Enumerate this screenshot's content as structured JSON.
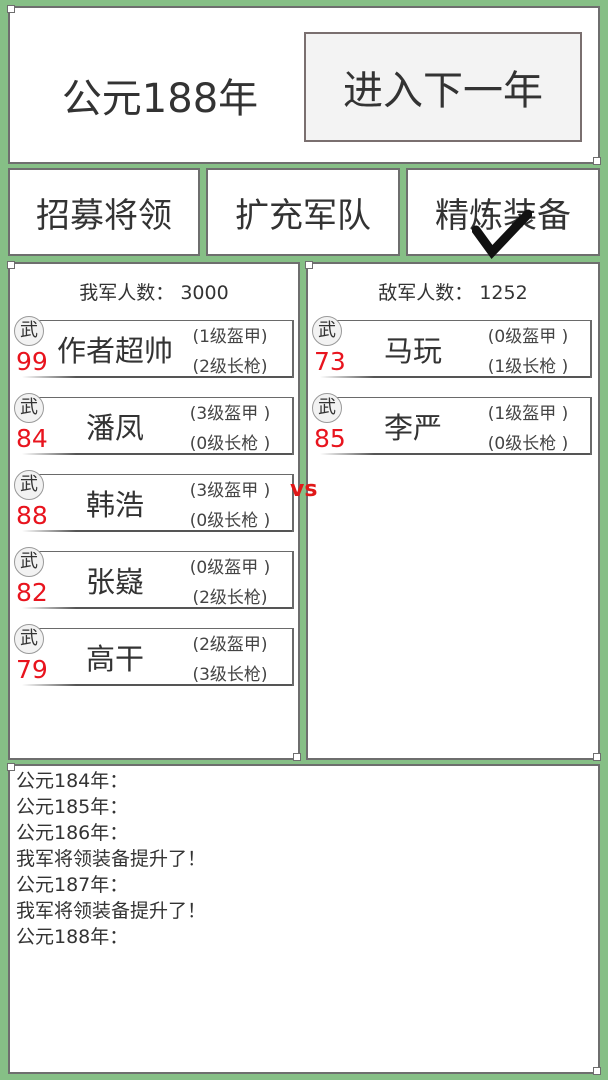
{
  "header": {
    "year_label": "公元188年",
    "next_year_button": "进入下一年"
  },
  "actions": {
    "recruit": "招募将领",
    "expand": "扩充军队",
    "refine": "精炼装备"
  },
  "cursor": {
    "icon": "checkmark-icon"
  },
  "vs_label": "vs",
  "my_army": {
    "count_label": "我军人数： 3000",
    "generals": [
      {
        "badge": "武",
        "force": "99",
        "name": "作者超帅",
        "armor": "(1级盔甲)",
        "spear": "(2级长枪)"
      },
      {
        "badge": "武",
        "force": "84",
        "name": "潘凤",
        "armor": "(3级盔甲 )",
        "spear": "(0级长枪 )"
      },
      {
        "badge": "武",
        "force": "88",
        "name": "韩浩",
        "armor": "(3级盔甲 )",
        "spear": "(0级长枪 )"
      },
      {
        "badge": "武",
        "force": "82",
        "name": "张嶷",
        "armor": "(0级盔甲 )",
        "spear": "(2级长枪)"
      },
      {
        "badge": "武",
        "force": "79",
        "name": "高干",
        "armor": "(2级盔甲)",
        "spear": "(3级长枪)"
      }
    ]
  },
  "enemy_army": {
    "count_label": "敌军人数： 1252",
    "generals": [
      {
        "badge": "武",
        "force": "73",
        "name": "马玩",
        "armor": "(0级盔甲 )",
        "spear": "(1级长枪 )"
      },
      {
        "badge": "武",
        "force": "85",
        "name": "李严",
        "armor": "(1级盔甲 )",
        "spear": "(0级长枪 )"
      }
    ]
  },
  "log": {
    "lines": [
      "公元184年：",
      "公元185年：",
      "公元186年：",
      "我军将领装备提升了！",
      "公元187年：",
      "我军将领装备提升了！",
      "公元188年："
    ]
  },
  "colors": {
    "background": "#86bf86",
    "force_value": "#e8141e",
    "vs": "#e01818"
  }
}
